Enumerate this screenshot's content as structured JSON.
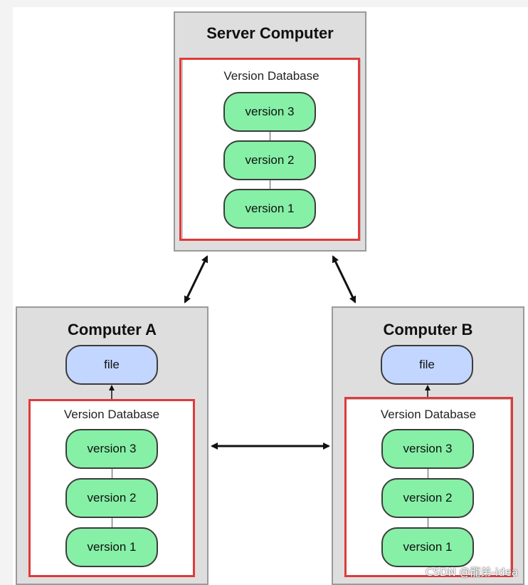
{
  "server": {
    "title": "Server Computer",
    "db_label": "Version Database",
    "versions": [
      "version 3",
      "version 2",
      "version 1"
    ]
  },
  "computer_a": {
    "title": "Computer A",
    "file": "file",
    "db_label": "Version Database",
    "versions": [
      "version 3",
      "version 2",
      "version 1"
    ]
  },
  "computer_b": {
    "title": "Computer B",
    "file": "file",
    "db_label": "Version Database",
    "versions": [
      "version 3",
      "version 2",
      "version 1"
    ]
  },
  "watermark": "CSDN @龍弟-idea",
  "colors": {
    "version_fill": "#86f0a6",
    "file_fill": "#c3d6ff",
    "highlight": "#e03a3a",
    "computer_bg": "#dedede"
  }
}
